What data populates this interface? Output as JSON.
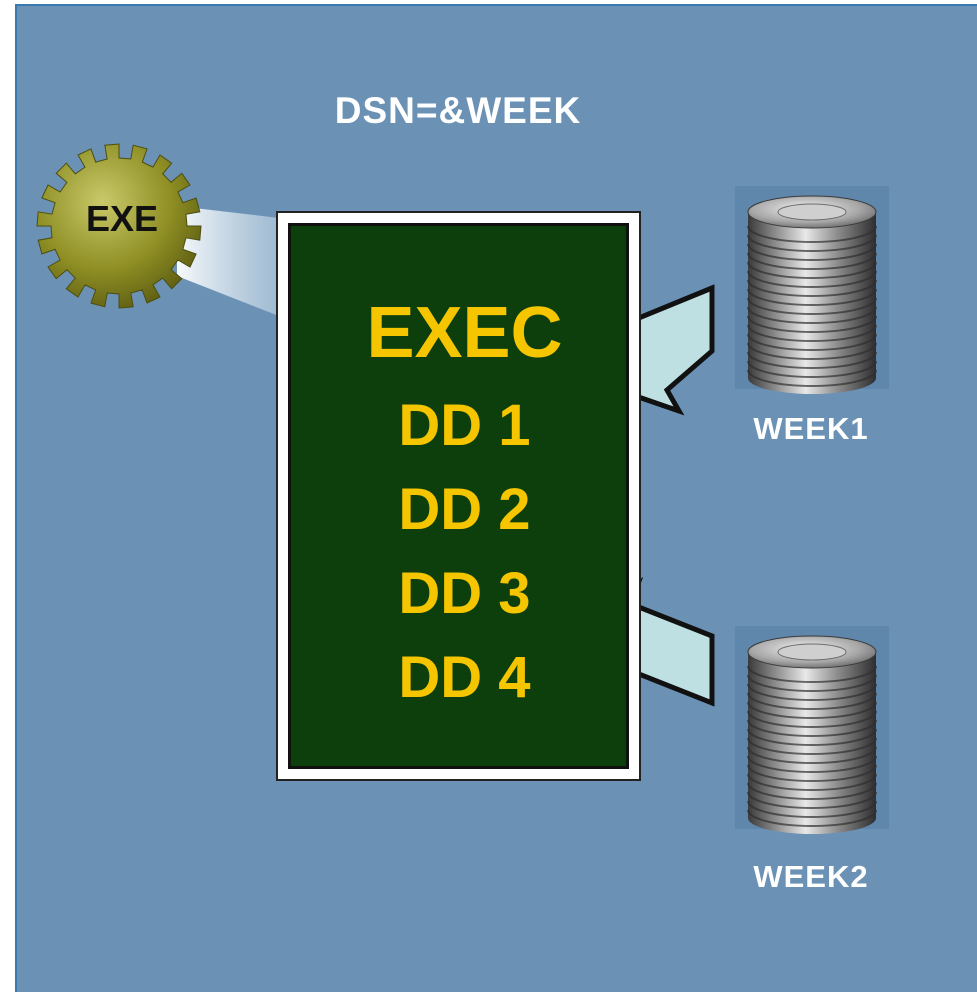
{
  "diagram": {
    "title": "DSN=&WEEK",
    "gear": {
      "label": "EXE",
      "icon": "gear-icon"
    },
    "panel": {
      "lines": [
        "EXEC",
        "DD 1",
        "DD 2",
        "DD 3",
        "DD 4"
      ]
    },
    "datasets": [
      {
        "label": "WEEK1",
        "icon": "disk-stack-icon"
      },
      {
        "label": "WEEK2",
        "icon": "disk-stack-icon"
      }
    ],
    "colors": {
      "background": "#6b92b5",
      "panel": "#0c3f0c",
      "panel_text": "#f5c500",
      "arrow_fill": "#bfe0e3",
      "gear": "#8b8b22"
    }
  }
}
